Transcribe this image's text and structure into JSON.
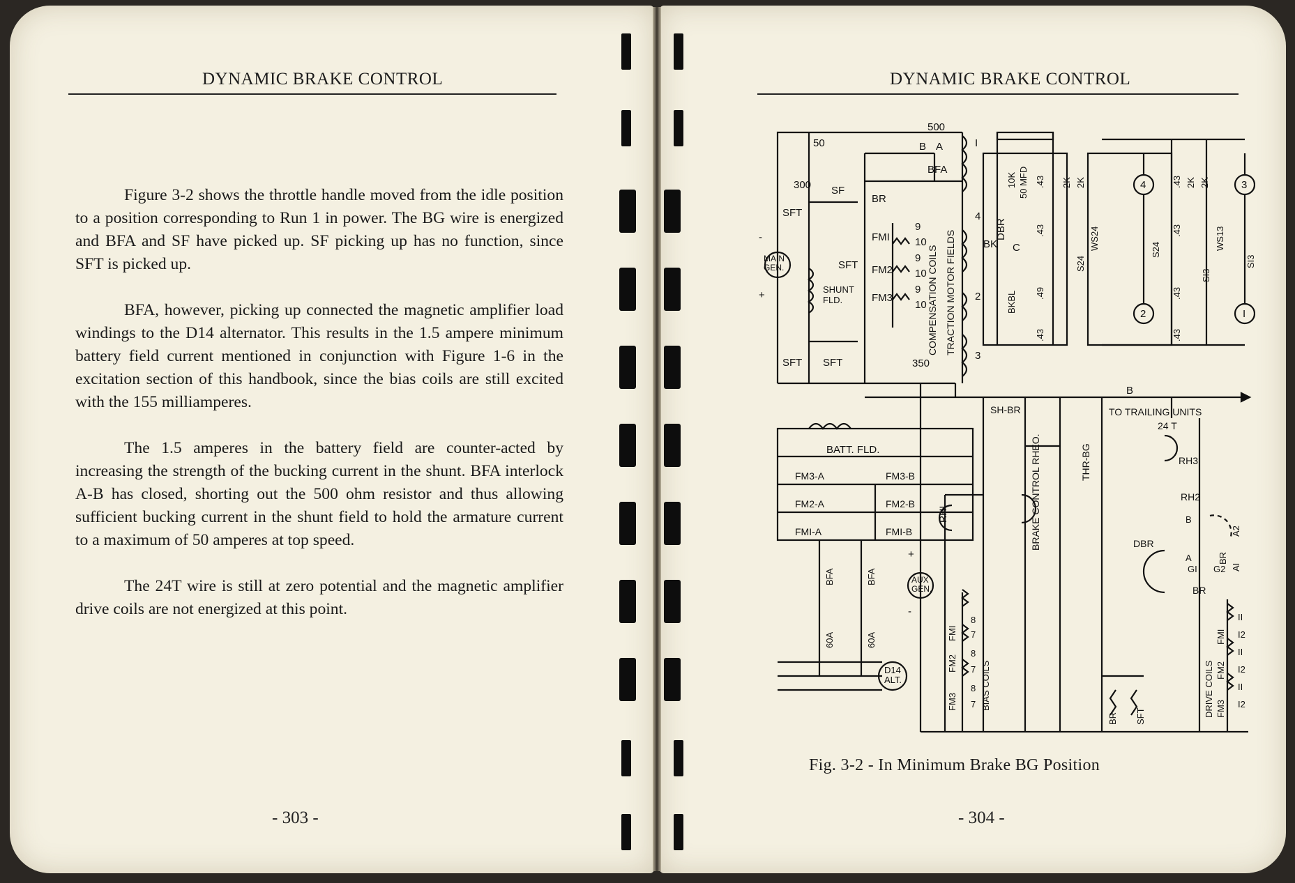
{
  "left_page": {
    "running_head": "DYNAMIC BRAKE CONTROL",
    "paragraphs": [
      "Figure 3-2 shows the throttle handle moved from the idle position to a position corresponding to Run 1 in power. The BG wire is energized and BFA and SF have picked up. SF picking up has no function, since SFT is picked up.",
      "BFA, however, picking up connected the magnetic amplifier load windings to the D14 alternator.  This results in the 1.5 ampere minimum battery field current mentioned in conjunction with Figure 1-6 in the excitation section of this handbook, since the bias coils are still excited with the 155 milliamperes.",
      "The 1.5 amperes in the battery field are counter-acted by increasing the strength of the bucking current in the shunt.  BFA interlock A-B has closed, shorting out the 500 ohm resistor and thus allowing sufficient bucking current in the shunt field to hold the armature current to a maximum of 50 amperes at top speed.",
      "The 24T wire is still at zero potential and the magnetic amplifier drive coils are not energized at this point."
    ],
    "page_number": "- 303 -"
  },
  "right_page": {
    "running_head": "DYNAMIC BRAKE CONTROL",
    "caption": "Fig. 3-2  -  In Minimum Brake BG Position",
    "page_number": "- 304 -"
  },
  "diagram_labels": {
    "r50": "50",
    "r500": "500",
    "r300": "300",
    "r350": "350",
    "sf": "SF",
    "sft": "SFT",
    "b": "B",
    "a": "A",
    "bfa": "BFA",
    "br": "BR",
    "main_gen_1": "MAIN",
    "main_gen_2": "GEN.",
    "minus": "-",
    "plus": "+",
    "shunt_fld_1": "SHUNT",
    "shunt_fld_2": "FLD.",
    "fm1": "FMI",
    "fm2": "FM2",
    "fm3": "FM3",
    "n9": "9",
    "n10": "10",
    "comp_coils": "COMPENSATION COILS",
    "tm_fields": "TRACTION MOTOR FIELDS",
    "n1": "I",
    "n4": "4",
    "n2": "2",
    "n3": "3",
    "bk": "BK",
    "dbr": "DBR",
    "c": "C",
    "r10k": "10K",
    "cap50": "50 MFD",
    "r43": ".43",
    "r49": ".49",
    "bkbl": "BKBL",
    "r2k": "2K",
    "ws24": "WS24",
    "s24": "S24",
    "ws13": "WS13",
    "s13": "SI3",
    "s13b": "SI3",
    "m4": "4",
    "m3": "3",
    "m2": "2",
    "m1": "I",
    "wire_b": "B",
    "batt_fld": "BATT. FLD.",
    "sh_br": "SH-BR",
    "to_trailing": "TO TRAILING UNITS",
    "w24t": "24 T",
    "fm3a": "FM3-A",
    "fm3b": "FM3-B",
    "fm2a": "FM2-A",
    "fm2b": "FM2-B",
    "fm1a": "FMI-A",
    "fm1b": "FMI-B",
    "rh1": "RHI",
    "brake_rheo": "BRAKE CONTROL RHEO.",
    "thr_bg": "THR-BG",
    "rh3": "RH3",
    "rh2": "RH2",
    "a2": "A2",
    "a1": "AI",
    "g1": "GI",
    "g2": "G2",
    "n60a": "60A",
    "d14_1": "D14",
    "d14_2": "ALT.",
    "aux_gen_1": "AUX",
    "aux_gen_2": "GEN.",
    "bias_coils": "BIAS COILS",
    "drive_coils": "DRIVE COILS",
    "n8": "8",
    "n7": "7",
    "n11": "II",
    "n12": "I2"
  }
}
